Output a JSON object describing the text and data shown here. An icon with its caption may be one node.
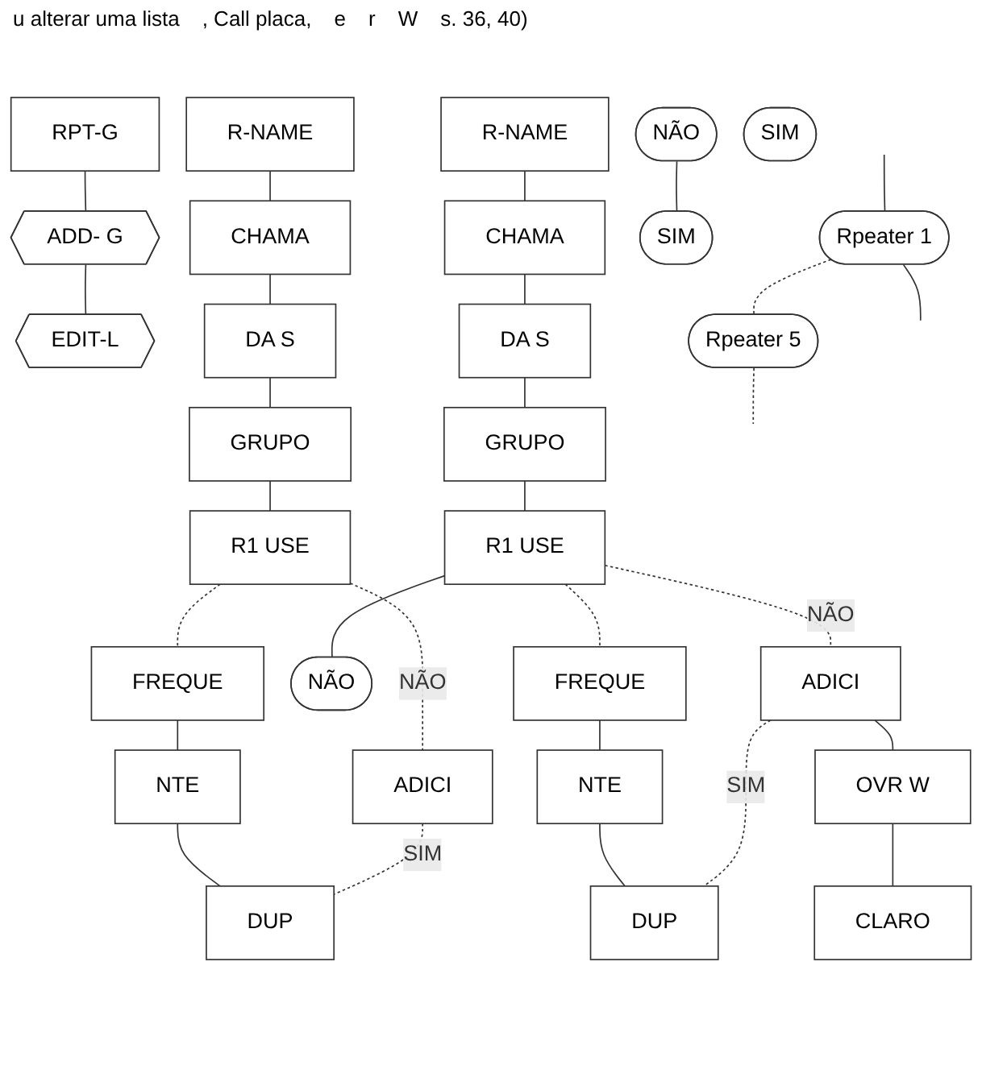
{
  "diagram": {
    "nodes": [
      {
        "text": [
          "RPT-G"
        ]
      },
      {
        "text": [
          "ADD- G"
        ]
      },
      {
        "text": [
          "EDIT-L"
        ]
      },
      {
        "text": [
          "Rpeater 1"
        ]
      },
      {
        "text": [
          "Rpeater 5"
        ]
      },
      {
        "text": [
          "R-NAME"
        ]
      },
      {
        "text": [
          "CHAMA"
        ]
      },
      {
        "text": [
          "DA S"
        ]
      },
      {
        "text": [
          "GRUPO"
        ]
      },
      {
        "text": [
          "R1 USE"
        ]
      },
      {
        "text": [
          "NÃO"
        ]
      },
      {
        "text": [
          "SIM"
        ]
      },
      {
        "text": [
          "FREQUE"
        ]
      },
      {
        "text": [
          "NTE"
        ]
      },
      {
        "text": [
          "ADICI"
        ]
      },
      {
        "text": [
          "DUP"
        ]
      },
      {
        "text": [
          "R-NAME"
        ]
      },
      {
        "text": [
          "CHAMA"
        ]
      },
      {
        "text": [
          "DA S"
        ]
      },
      {
        "text": [
          "GRUPO"
        ]
      },
      {
        "text": [
          "R1 USE"
        ]
      },
      {
        "text": [
          "NÃO"
        ]
      },
      {
        "text": [
          "SIM"
        ]
      },
      {
        "text": [
          "FREQUE"
        ]
      },
      {
        "text": [
          "NTE"
        ]
      },
      {
        "text": [
          "ADICI"
        ]
      },
      {
        "text": [
          "DUP"
        ]
      },
      {
        "text": [
          "OVR W"
        ]
      },
      {
        "text": [
          "CLARO"
        ]
      }
    ],
    "edges": [
      {
        "from": 0,
        "to": 1,
        "arrow": "none"
      },
      {
        "from": 1,
        "to": 2,
        "arrow": "none"
      },
      {
        "from": null,
        "to": 3,
        "arrow": "none"
      },
      {
        "from": 3,
        "to": null,
        "arrow": "none"
      },
      {
        "from": 3,
        "to": 4,
        "arrow": "none",
        "style": "dashed"
      },
      {
        "from": 4,
        "to": null,
        "arrow": "none",
        "style": "dashed"
      },
      {
        "from": 5,
        "to": 6,
        "arrow": "none"
      },
      {
        "from": 6,
        "to": 7,
        "arrow": "none"
      },
      {
        "from": 7,
        "to": 8,
        "arrow": "none"
      },
      {
        "from": 8,
        "to": 9,
        "arrow": "none"
      },
      {
        "from": 10,
        "to": 11,
        "arrow": "none"
      },
      {
        "from": 9,
        "to": 14,
        "label": "NÃO",
        "arrow": "none",
        "style": "dashed"
      },
      {
        "from": 9,
        "to": 12,
        "arrow": "none",
        "style": "dashed"
      },
      {
        "from": 12,
        "to": 13,
        "arrow": "none"
      },
      {
        "from": 13,
        "to": 15,
        "arrow": "none"
      },
      {
        "from": 14,
        "to": 15,
        "label": "SIM",
        "arrow": "none",
        "style": "dashed"
      },
      {
        "from": 16,
        "to": 17,
        "arrow": "none"
      },
      {
        "from": 17,
        "to": 18,
        "arrow": "none"
      },
      {
        "from": 18,
        "to": 19,
        "arrow": "none"
      },
      {
        "from": 19,
        "to": 20,
        "arrow": "none"
      },
      {
        "from": 20,
        "to": 21,
        "arrow": "none"
      },
      {
        "from": 20,
        "to": 25,
        "label": "NÃO",
        "arrow": "none",
        "style": "dashed"
      },
      {
        "from": 20,
        "to": 23,
        "arrow": "none",
        "style": "dashed"
      },
      {
        "from": 23,
        "to": 24,
        "arrow": "none"
      },
      {
        "from": 24,
        "to": 26,
        "arrow": "none"
      },
      {
        "from": 25,
        "to": 26,
        "label": "SIM",
        "arrow": "none",
        "style": "dashed"
      },
      {
        "from": 25,
        "to": 27,
        "arrow": "none"
      },
      {
        "from": 27,
        "to": 28,
        "arrow": "none"
      }
    ],
    "labels": [
      "u alterar uma lista",
      ", Call placa,",
      "e",
      "r",
      "W",
      "s. 36, 40)"
    ]
  }
}
